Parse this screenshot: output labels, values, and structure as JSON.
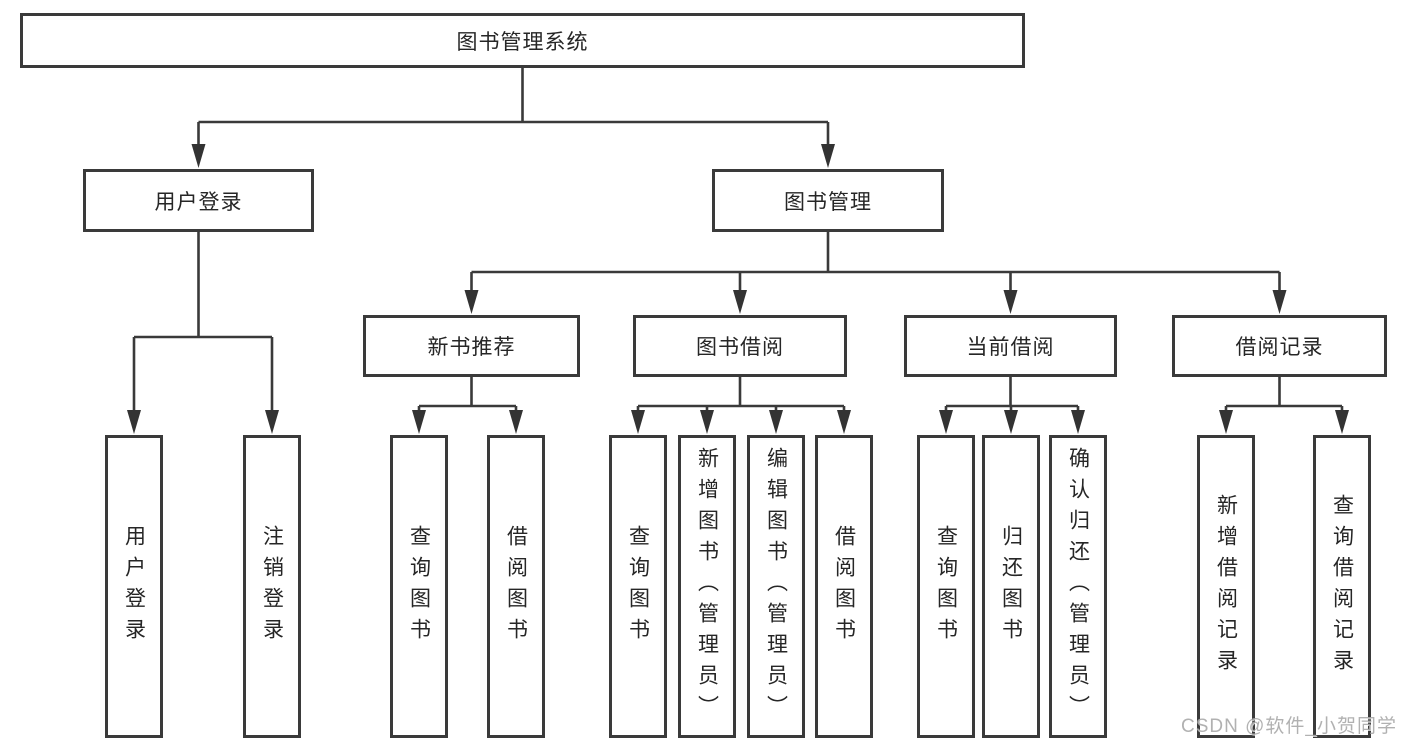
{
  "tree": {
    "root": "图书管理系统",
    "l2": [
      "用户登录",
      "图书管理"
    ],
    "l3": [
      "新书推荐",
      "图书借阅",
      "当前借阅",
      "借阅记录"
    ],
    "l4": {
      "login": [
        "用户登录",
        "注销登录"
      ],
      "recommend": [
        "查询图书",
        "借阅图书"
      ],
      "borrow": [
        "查询图书",
        "新增图书（管理员）",
        "编辑图书（管理员）",
        "借阅图书"
      ],
      "current": [
        "查询图书",
        "归还图书",
        "确认归还（管理员）"
      ],
      "records": [
        "新增借阅记录",
        "查询借阅记录"
      ]
    }
  },
  "watermark": "CSDN @软件_小贺同学",
  "colors": {
    "line": "#3a3a3a",
    "box_border": "#3a3a3a",
    "text": "#262626",
    "background": "#ffffff",
    "watermark": "#a8a8a8"
  }
}
